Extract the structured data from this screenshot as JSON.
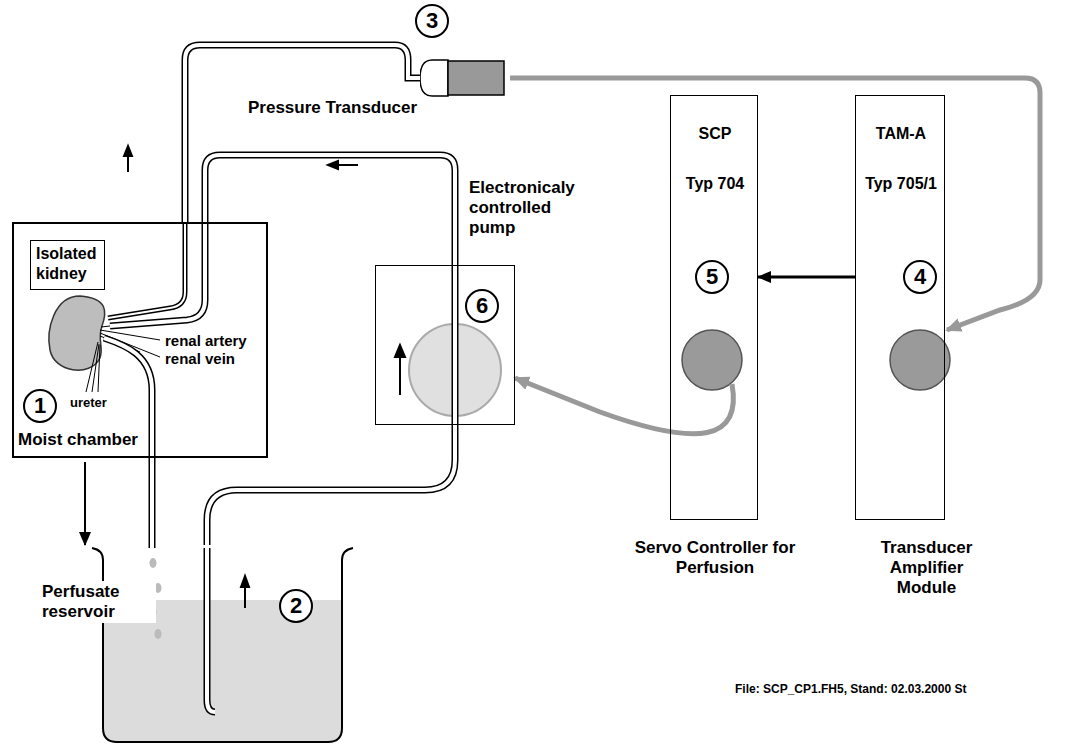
{
  "diagram": {
    "nodes": [
      {
        "text": [
          "Moist chamber"
        ]
      },
      {
        "text": [
          "Isolated kidney"
        ],
        "in": 0
      },
      {
        "text": [
          "Pressure Transducer"
        ]
      },
      {
        "text": [
          "Electronicaly controlled pump"
        ]
      },
      {
        "text": [
          "SCP",
          "Typ 704",
          "Servo Controller for Perfusion"
        ]
      },
      {
        "text": [
          "TAM-A",
          "Typ 705/1",
          "Transducer Amplifier Module"
        ]
      },
      {
        "text": [
          "Perfusate reservoir"
        ]
      }
    ],
    "edges": [
      {
        "from": 6,
        "to": 3,
        "arrow": "none"
      },
      {
        "from": 3,
        "to": 0,
        "arrow": "none"
      },
      {
        "from": 0,
        "to": 2,
        "arrow": "none"
      },
      {
        "from": 2,
        "to": 5,
        "arrow": "to"
      },
      {
        "from": 5,
        "to": 4,
        "arrow": "to"
      },
      {
        "from": 4,
        "to": 3,
        "arrow": "to"
      },
      {
        "from": 0,
        "to": 6,
        "arrow": "to"
      }
    ],
    "labels": [
      "1",
      "renal artery",
      "renal vein",
      "ureter",
      "3",
      "6",
      "5",
      "4",
      "2",
      "File: SCP_CP1.FH5, Stand: 02.03.2000 St"
    ]
  }
}
